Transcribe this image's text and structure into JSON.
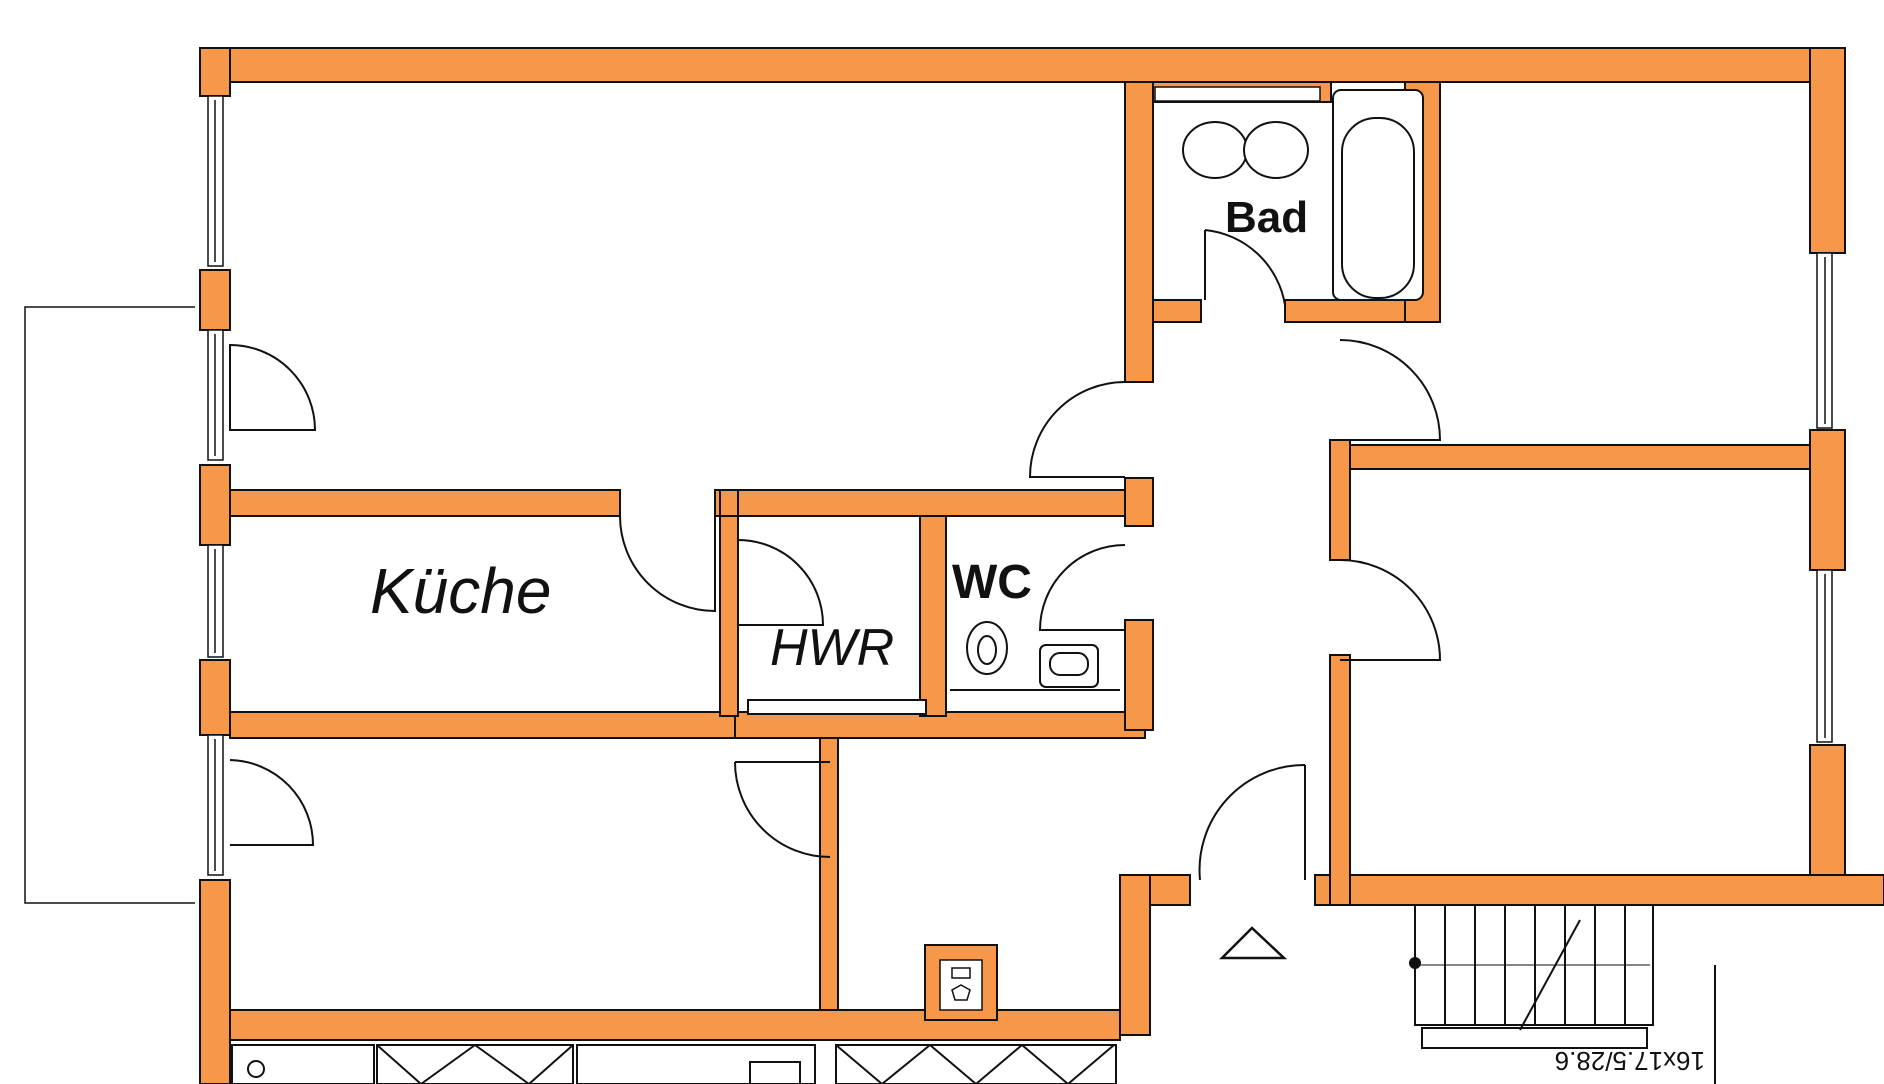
{
  "rooms": {
    "kueche": "Küche",
    "hwr": "HWR",
    "wc": "WC",
    "bad": "Bad"
  },
  "stair_label": "16x17.5/28.6",
  "colors": {
    "wall": "#f7974a",
    "line": "#111111",
    "background": "#ffffff"
  }
}
